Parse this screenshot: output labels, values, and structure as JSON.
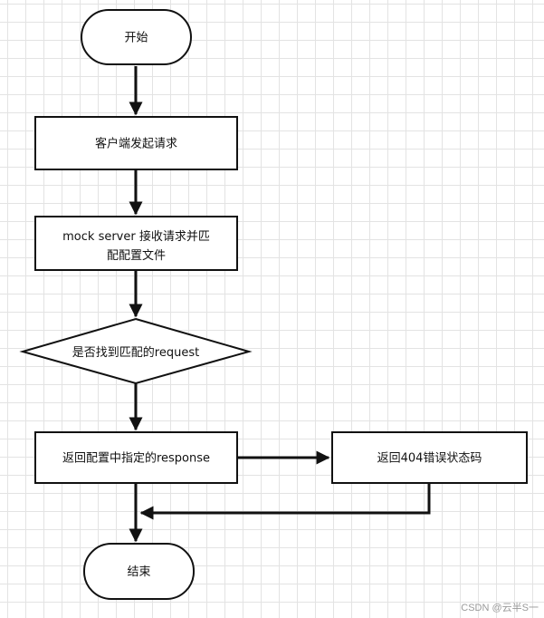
{
  "nodes": {
    "start": "开始",
    "client_request": "客户端发起请求",
    "server_receive_line1": "mock server 接收请求并匹",
    "server_receive_line2": "配配置文件",
    "decision": "是否找到匹配的request",
    "return_response": "返回配置中指定的response",
    "return_404": "返回404错误状态码",
    "end": "结束"
  },
  "watermark": "CSDN @云半S一"
}
